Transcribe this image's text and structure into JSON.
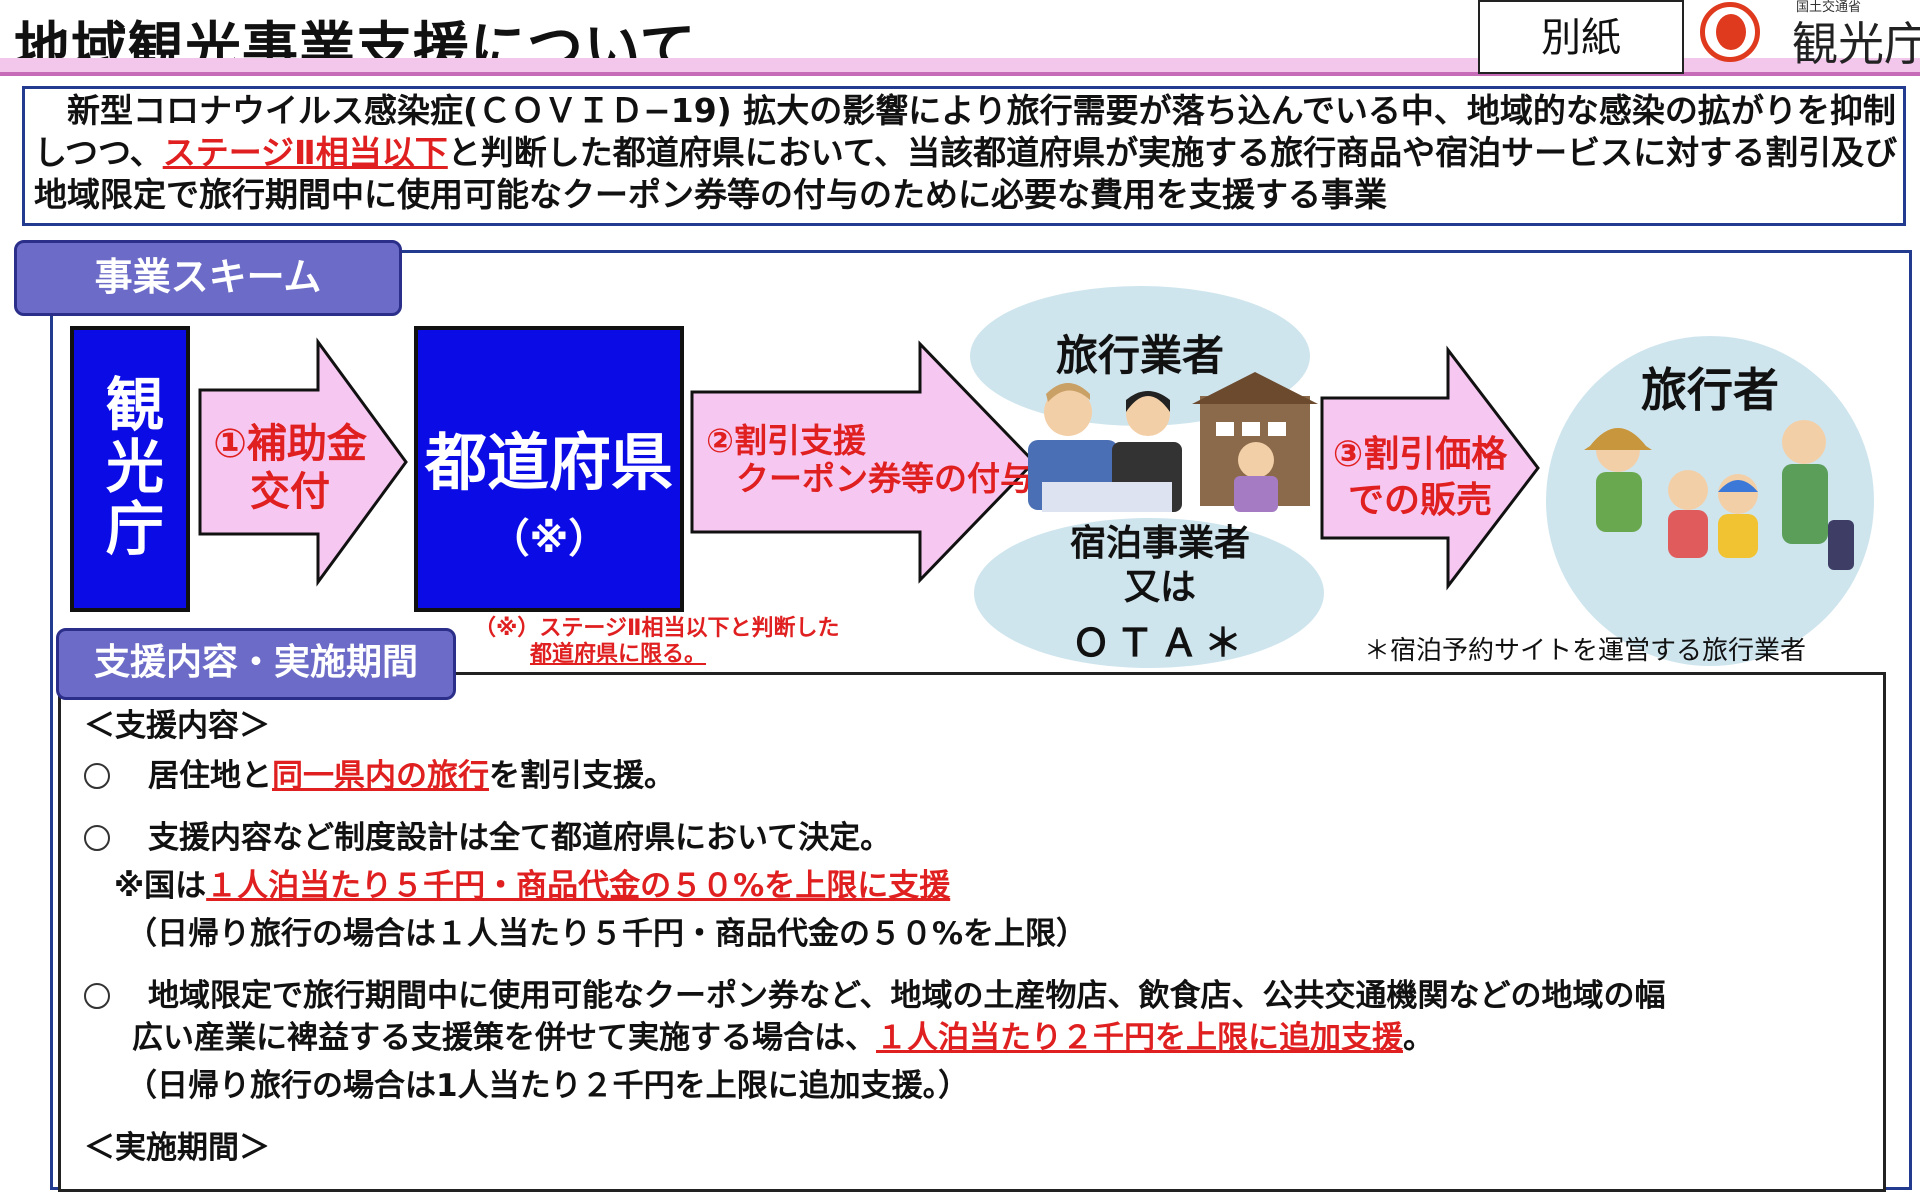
{
  "header": {
    "title": "地域観光事業支援について",
    "attachment_label": "別紙",
    "logo_sub": "国土交通省",
    "logo_main": "観光庁"
  },
  "intro": {
    "part1": "　新型コロナウイルス感染症(ＣＯＶＩＤ−19) 拡大の影響により旅行需要が落ち込んでいる中、地域的な感染の拡がりを抑制しつつ、",
    "highlight": "ステージⅡ相当以下",
    "part2": "と判断した都道府県において、当該都道府県が実施する旅行商品や宿泊サービスに対する割引及び地域限定で旅行期間中に使用可能なクーポン券等の付与のために必要な費用を支援する事業"
  },
  "scheme": {
    "tab_label": "事業スキーム",
    "kankou": "観光庁",
    "arrow1": "①補助金交付",
    "arrow1_line1": "①補助金",
    "arrow1_line2": "交付",
    "todofuken": "都道府県",
    "todofuken_note_mark": "（※）",
    "note_line1": "（※）ステージⅡ相当以下と判断した",
    "note_line2": "都道府県に限る。",
    "arrow2_line1": "②割引支援",
    "arrow2_line2": "クーポン券等の付与",
    "ryokougyo": "旅行業者",
    "shukuhaku_line1": "宿泊事業者",
    "shukuhaku_line2": "又は",
    "ota": "ＯＴＡ＊",
    "arrow3_line1": "③割引価格",
    "arrow3_line2": "での販売",
    "ryokousha": "旅行者",
    "ota_note": "＊宿泊予約サイトを運営する旅行業者"
  },
  "support": {
    "tab_label": "支援内容・実施期間",
    "heading1": "＜支援内容＞",
    "item1_a": "居住地と",
    "item1_hl": "同一県内の旅行",
    "item1_b": "を割引支援。",
    "item2": "支援内容など制度設計は全て都道府県において決定。",
    "item2_note_a": "※国は",
    "item2_note_hl": "１人泊当たり５千円・商品代金の５０%を上限に支援",
    "item2_paren": "（日帰り旅行の場合は１人当たり５千円・商品代金の５０%を上限）",
    "item3_line1": "地域限定で旅行期間中に使用可能なクーポン券など、地域の土産物店、飲食店、公共交通機関などの地域の幅",
    "item3_line2_a": "広い産業に裨益する支援策を併せて実施する場合は、",
    "item3_hl": "１人泊当たり２千円を上限に追加支援",
    "item3_line2_b": "。",
    "item3_paren": "（日帰り旅行の場合は1人当たり２千円を上限に追加支援。）",
    "heading2": "＜実施期間＞"
  },
  "colors": {
    "accent_red": "#e02020",
    "box_blue": "#0b0be6",
    "arrow_pink": "#f6c8f1",
    "tab_purple": "#6c6cc8",
    "ellipse": "#cfe5ee"
  }
}
